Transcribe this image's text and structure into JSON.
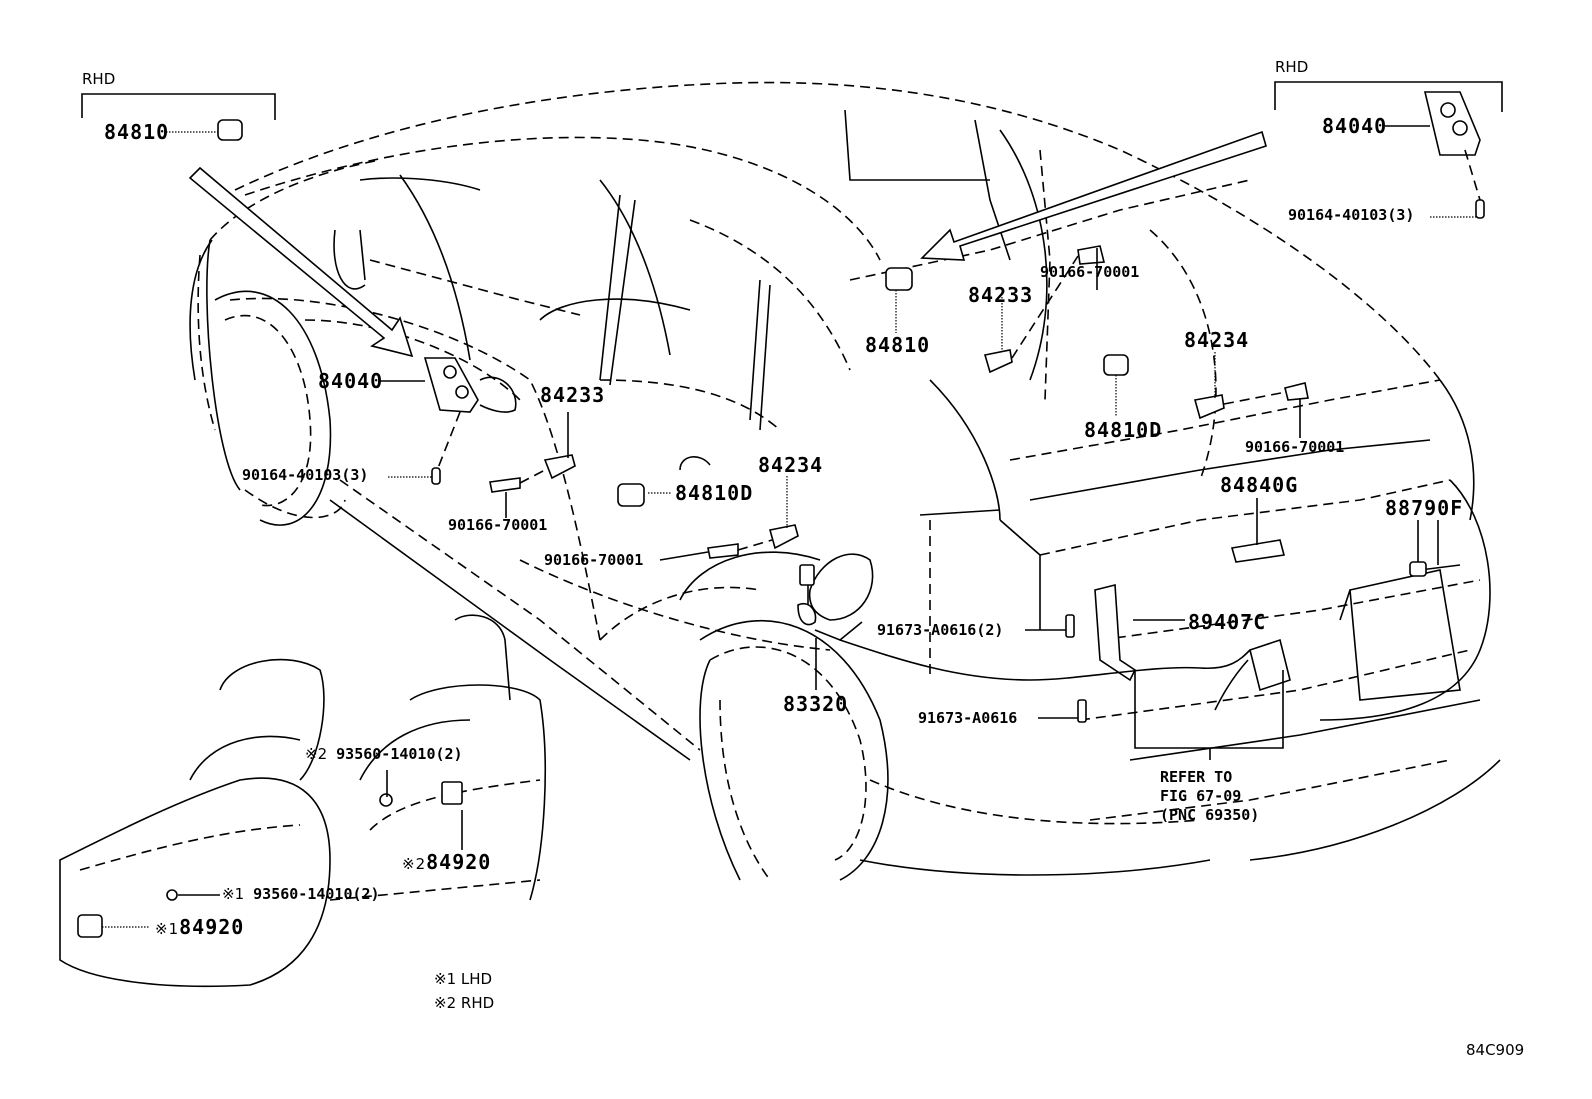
{
  "diagram": {
    "figure_code": "84C909",
    "insets": {
      "left_rhd": {
        "title": "RHD",
        "part": "84810"
      },
      "right_rhd": {
        "title": "RHD",
        "part": "84040",
        "screw": "90164-40103(3)"
      }
    },
    "labels": {
      "front_switch": "84040",
      "front_screw": "90164-40103(3)",
      "front_courtesy_sw": "84233",
      "front_door_screw": "90166-70001",
      "rear_door_sw": "84234",
      "rear_door_screw": "90166-70001",
      "rear_window_sw": "84810D",
      "rear_84810": "84810",
      "rear_84233": "84233",
      "rear_screw_top": "90166-70001",
      "rear_84234": "84234",
      "rear_84810D": "84810D",
      "rear_screw_right": "90166-70001",
      "back_door_sw": "84840G",
      "sensor_88790F": "88790F",
      "sensor_89407C": "89407C",
      "bolt_2": "91673-A0616(2)",
      "bolt_1": "91673-A0616",
      "fuel_83320": "83320",
      "refer_line1": "REFER TO",
      "refer_line2": "FIG 67-09",
      "refer_line3": "(PNC 69350)",
      "seat_screw_rhd": "93560-14010(2)",
      "seat_screw_rhd_mark": "※2",
      "seat_sw_rhd": "84920",
      "seat_sw_rhd_mark": "※2",
      "seat_screw_lhd": "93560-14010(2)",
      "seat_screw_lhd_mark": "※1",
      "seat_sw_lhd": "84920",
      "seat_sw_lhd_mark": "※1"
    },
    "legend": [
      {
        "mark": "※1",
        "text": "LHD"
      },
      {
        "mark": "※2",
        "text": "RHD"
      }
    ]
  }
}
